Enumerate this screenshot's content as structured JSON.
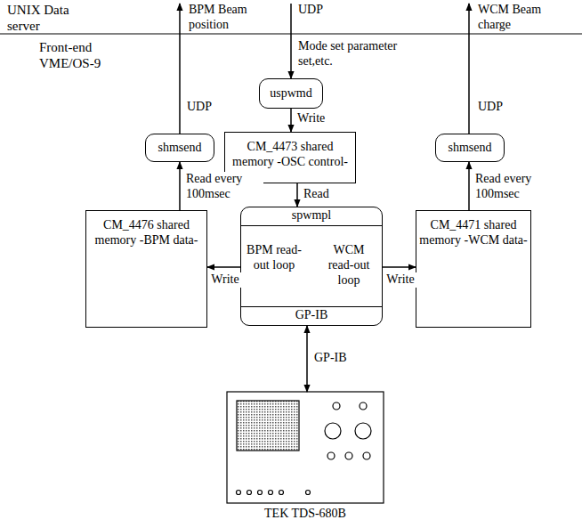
{
  "diagram": {
    "nodes": [
      {
        "text": [
          "shmsend"
        ]
      },
      {
        "text": [
          "uspwmd"
        ]
      },
      {
        "text": [
          "shmsend"
        ]
      },
      {
        "text": [
          "CM_4473 shared memory -OSC control-"
        ]
      },
      {
        "text": [
          "CM_4476 shared memory -BPM data-"
        ]
      },
      {
        "text": [
          "spwmpl",
          "BPM read-out loop",
          "WCM read-out loop",
          "GP-IB"
        ]
      },
      {
        "text": [
          "CM_4471 shared memory -WCM data-"
        ]
      },
      {
        "text": [
          "TEK TDS-680B"
        ]
      }
    ],
    "edges": [
      {
        "from": 1,
        "to": 3,
        "arrow": "to",
        "label": "Write"
      },
      {
        "from": 3,
        "to": 5,
        "arrow": "to",
        "label": "Read"
      },
      {
        "from": 5,
        "to": 4,
        "arrow": "to",
        "label": "Write"
      },
      {
        "from": 5,
        "to": 6,
        "arrow": "to",
        "label": "Write"
      },
      {
        "from": 4,
        "to": 0,
        "arrow": "to",
        "label": "Read every 100msec"
      },
      {
        "from": 6,
        "to": 2,
        "arrow": "to",
        "label": "Read every 100msec"
      },
      {
        "from": 5,
        "to": 7,
        "arrow": "both",
        "label": "GP-IB"
      }
    ],
    "labels": [
      "UNIX Data server",
      "Front-end VME/OS-9",
      "BPM Beam position",
      "UDP",
      "UDP",
      "Mode set parameter set,etc.",
      "WCM Beam charge",
      "UDP"
    ]
  }
}
